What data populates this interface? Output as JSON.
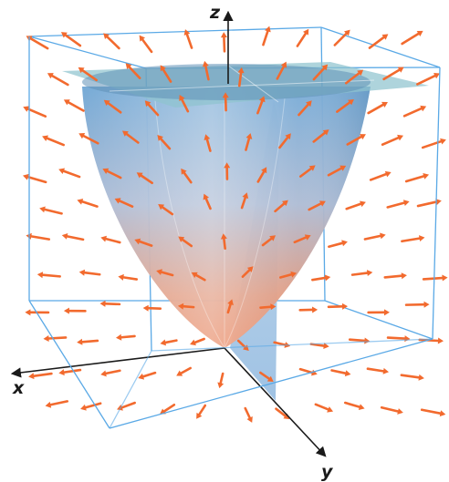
{
  "figure": {
    "description_type": "3d-vector-field-with-paraboloid",
    "axes": {
      "x_label": "x",
      "y_label": "y",
      "z_label": "z"
    },
    "colors": {
      "box_edge": "#5aa9e6",
      "arrow": "#f26a2e",
      "axis": "#1a1a1a",
      "surface_top": "#6fa6d4",
      "surface_bottom": "#e8825a",
      "plane": "#8fc4cf",
      "inner_wall": "#c9dcec"
    },
    "icons": [
      "vector-arrow-icon"
    ]
  }
}
